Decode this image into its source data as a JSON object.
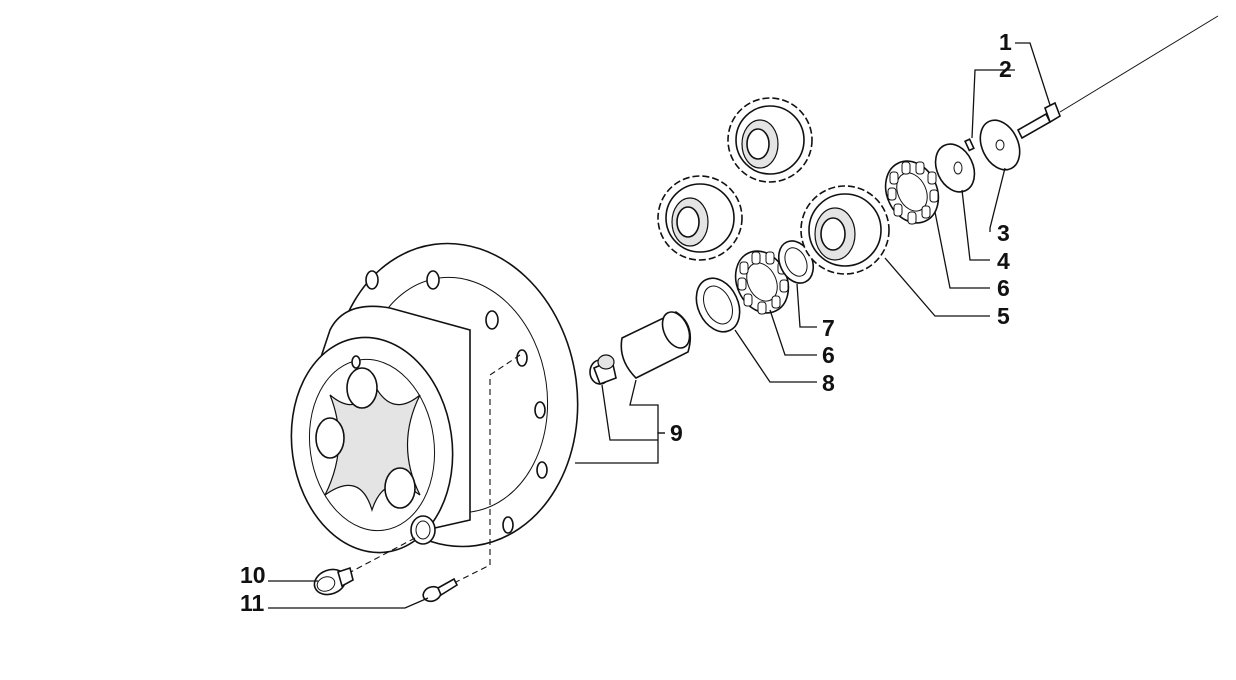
{
  "callouts": [
    {
      "id": "c1",
      "label": "1"
    },
    {
      "id": "c2",
      "label": "2"
    },
    {
      "id": "c3",
      "label": "3"
    },
    {
      "id": "c4",
      "label": "4"
    },
    {
      "id": "c6a",
      "label": "6"
    },
    {
      "id": "c5",
      "label": "5"
    },
    {
      "id": "c7",
      "label": "7"
    },
    {
      "id": "c6b",
      "label": "6"
    },
    {
      "id": "c8",
      "label": "8"
    },
    {
      "id": "c9",
      "label": "9"
    },
    {
      "id": "c10",
      "label": "10"
    },
    {
      "id": "c11",
      "label": "11"
    }
  ]
}
